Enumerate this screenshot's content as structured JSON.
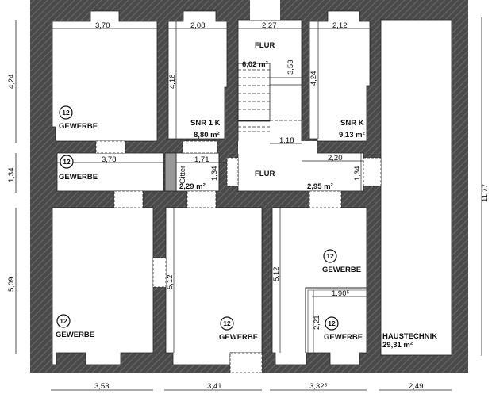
{
  "plan": {
    "colors": {
      "wall": "#4a4a4a",
      "wall_hatch": "#6a6a6a",
      "room": "#ffffff",
      "line": "#222222"
    },
    "rooms": [
      {
        "id": "gewerbe-nw",
        "label": "GEWERBE",
        "number": "12"
      },
      {
        "id": "gewerbe-w-small",
        "label": "GEWERBE",
        "number": "12"
      },
      {
        "id": "snr-1k",
        "label": "SNR 1 K",
        "area": "8,80 m²"
      },
      {
        "id": "flur-top",
        "label": "FLUR",
        "area": "6,02 m²"
      },
      {
        "id": "snr-k",
        "label": "SNR K",
        "area": "9,13 m²"
      },
      {
        "id": "flur-mid",
        "label": "FLUR",
        "area": "2,95 m²"
      },
      {
        "id": "gitter",
        "label": "Gitter",
        "area": "2,29 m²"
      },
      {
        "id": "gewerbe-sw",
        "label": "GEWERBE",
        "number": "12"
      },
      {
        "id": "gewerbe-s",
        "label": "GEWERBE",
        "number": "12"
      },
      {
        "id": "gewerbe-se",
        "label": "GEWERBE",
        "number": "12"
      },
      {
        "id": "gewerbe-se-small",
        "label": "GEWERBE",
        "number": "12"
      },
      {
        "id": "haustechnik",
        "label": "HAUSTECHNIK",
        "area": "29,31 m²"
      }
    ],
    "dimensions": {
      "top_370": "3,70",
      "top_208": "2,08",
      "top_227": "2,27",
      "top_212": "2,12",
      "v_418": "4,18",
      "v_353": "3,53",
      "v_424_right": "4,24",
      "h_378": "3,78",
      "h_171": "1,71",
      "v_134_mid": "1,34",
      "h_118": "1,18",
      "h_220": "2,20",
      "v_134_right": "1,34",
      "v_512_left": "5,12",
      "v_512_right": "5,12",
      "h_1905": "1,90⁵",
      "v_221": "2,21",
      "left_424": "4,24",
      "left_134": "1,34",
      "left_509": "5,09",
      "right_1177": "11,77",
      "bottom_353": "3,53",
      "bottom_341": "3,41",
      "bottom_3325": "3,32⁵",
      "bottom_249": "2,49"
    }
  }
}
